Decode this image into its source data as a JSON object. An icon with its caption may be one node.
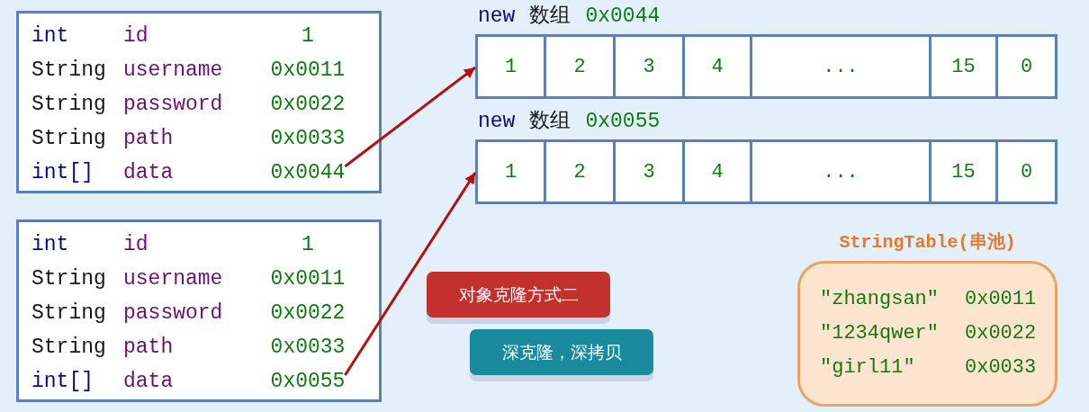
{
  "diagram": {
    "nodes": [
      {
        "text": [
          "int",
          "id",
          "1",
          "String",
          "username",
          "0x0011",
          "String",
          "password",
          "0x0022",
          "String",
          "path",
          "0x0033",
          "int[]",
          "data"
        ]
      },
      {
        "text": [
          "0x0044"
        ],
        "in": 0
      },
      {
        "text": [
          "new",
          "数组",
          "0x0044",
          "1",
          "2",
          "3",
          "4",
          "...",
          "15",
          "0"
        ]
      },
      {
        "text": [
          "new",
          "数组",
          "0x0055",
          "1",
          "2",
          "3",
          "4",
          "...",
          "15",
          "0"
        ]
      },
      {
        "text": [
          "int",
          "id",
          "1",
          "String",
          "username",
          "0x0011",
          "String",
          "password",
          "0x0022",
          "String",
          "path",
          "0x0033",
          "int[]",
          "data"
        ]
      },
      {
        "text": [
          "0x0055"
        ],
        "in": 4
      },
      {
        "text": [
          "StringTable(串池)",
          "\"zhangsan\"",
          "0x0011",
          "\"1234qwer\"",
          "0x0022",
          "\"girl11\"",
          "0x0033"
        ]
      },
      {
        "text": [
          "对象克隆方式二"
        ]
      },
      {
        "text": [
          "深克隆，深拷贝"
        ]
      }
    ],
    "edges": [
      {
        "from": 1,
        "to": 2,
        "arrow": "to"
      },
      {
        "from": 5,
        "to": 3,
        "arrow": "to"
      }
    ]
  }
}
